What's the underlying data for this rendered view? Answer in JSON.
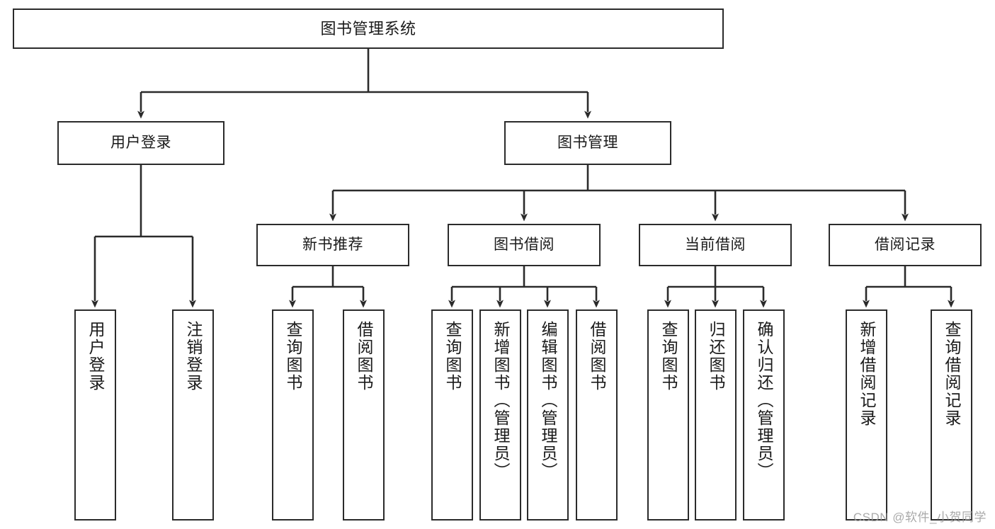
{
  "diagram": {
    "title": "图书管理系统",
    "type": "hierarchy-tree",
    "watermark": "CSDN @软件_小贺同学",
    "colors": {
      "stroke": "#2b2b2b",
      "fill": "#ffffff",
      "text": "#1a1a1a",
      "watermark": "#9b9b9b"
    },
    "levels": {
      "root": {
        "label": "图书管理系统"
      },
      "level2": [
        {
          "label": "用户登录"
        },
        {
          "label": "图书管理"
        }
      ],
      "level3": [
        {
          "label": "新书推荐"
        },
        {
          "label": "图书借阅"
        },
        {
          "label": "当前借阅"
        },
        {
          "label": "借阅记录"
        }
      ],
      "leaves": [
        {
          "label": "用户登录",
          "parent": "用户登录"
        },
        {
          "label": "注销登录",
          "parent": "用户登录"
        },
        {
          "label": "查询图书",
          "parent": "新书推荐"
        },
        {
          "label": "借阅图书",
          "parent": "新书推荐"
        },
        {
          "label": "查询图书",
          "parent": "图书借阅"
        },
        {
          "label": "新增图书（管理员）",
          "parent": "图书借阅"
        },
        {
          "label": "编辑图书（管理员）",
          "parent": "图书借阅"
        },
        {
          "label": "借阅图书",
          "parent": "图书借阅"
        },
        {
          "label": "查询图书",
          "parent": "当前借阅"
        },
        {
          "label": "归还图书",
          "parent": "当前借阅"
        },
        {
          "label": "确认归还（管理员）",
          "parent": "当前借阅"
        },
        {
          "label": "新增借阅记录",
          "parent": "借阅记录"
        },
        {
          "label": "查询借阅记录",
          "parent": "借阅记录"
        }
      ]
    }
  }
}
